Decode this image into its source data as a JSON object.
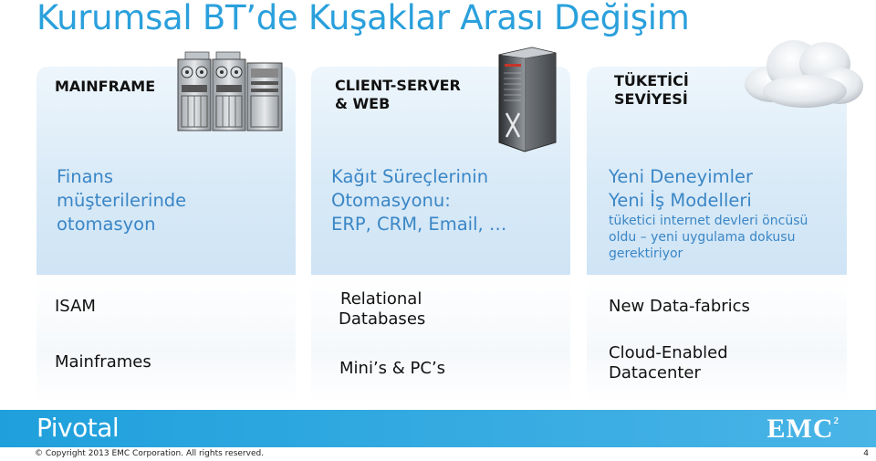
{
  "title": "Kurumsal BT’de Kuşaklar Arası Değişim",
  "columns": [
    {
      "heading": "MAINFRAME",
      "description": [
        "Finans",
        "müşterilerinde",
        "otomasyon"
      ],
      "items": [
        "ISAM",
        "Mainframes"
      ]
    },
    {
      "heading": [
        "CLIENT-SERVER",
        "& WEB"
      ],
      "description": [
        "Kağıt Süreçlerinin",
        "Otomasyonu:",
        "ERP, CRM, Email, …"
      ],
      "items": [
        [
          "Relational",
          "Databases"
        ],
        "Mini’s & PC’s"
      ]
    },
    {
      "heading": [
        "TÜKETİCİ",
        "SEVİYESİ"
      ],
      "description": [
        "Yeni Deneyimler",
        "Yeni İş Modelleri"
      ],
      "note": [
        "tüketici internet devleri öncüsü",
        "oldu – yeni uygulama dokusu",
        "gerektiriyor"
      ],
      "items": [
        "New Data-fabrics",
        [
          "Cloud-Enabled",
          "Datacenter"
        ]
      ]
    }
  ],
  "footer": {
    "left_logo": "Pivotal",
    "right_logo": "EMC",
    "right_logo_sup": "2",
    "copyright": "©  Copyright 2013 EMC Corporation. All rights reserved.",
    "page_number": "4"
  },
  "icons": [
    "mainframe-tape-drives-icon",
    "server-rack-icon",
    "cloud-icon"
  ],
  "colors": {
    "accent": "#2aa0dc",
    "text_blue": "#3a86c6",
    "footer_bar": "#1fa0dc"
  }
}
